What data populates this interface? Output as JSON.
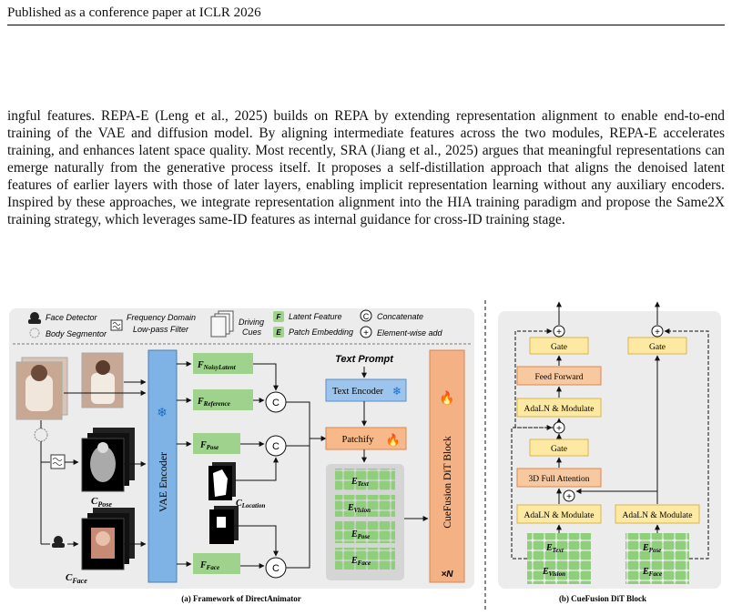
{
  "header": {
    "text": "Published as a conference paper at ICLR 2026"
  },
  "paragraph": {
    "text": "ingful features. REPA-E (Leng et al., 2025) builds on REPA by extending representation alignment to enable end-to-end training of the VAE and diffusion model. By aligning intermediate features across the two modules, REPA-E accelerates training, and enhances latent space quality. Most recently, SRA (Jiang et al., 2025) argues that meaningful representations can emerge naturally from the generative process itself. It proposes a self-distillation approach that aligns the denoised latent features of earlier layers with those of later layers, enabling implicit representation learning without any auxiliary encoders. Inspired by these approaches, we integrate representation alignment into the HIA training paradigm and propose the Same2X training strategy, which leverages same-ID features as internal guidance for cross-ID training stage."
  },
  "figure": {
    "legend": {
      "face_detector": "Face Detector",
      "body_segmentor": "Body Segmentor",
      "freq_line1": "Frequency Domain",
      "freq_line2": "Low-pass Filter",
      "driving_line1": "Driving",
      "driving_line2": "Cues",
      "latent_key": "F",
      "latent_feature": "Latent Feature",
      "patch_key": "E",
      "patch_embedding": "Patch Embedding",
      "concat_symbol": "C",
      "concatenate": "Concatenate",
      "add_symbol": "+",
      "elementwise_add": "Element-wise add"
    },
    "left": {
      "vae_encoder": "VAE Encoder",
      "f_noisy": {
        "base": "F",
        "sub": "NoisyLatent"
      },
      "f_reference": {
        "base": "F",
        "sub": "Reference"
      },
      "f_pose": {
        "base": "F",
        "sub": "Pose"
      },
      "f_face": {
        "base": "F",
        "sub": "Face"
      },
      "c_pose": {
        "base": "C",
        "sub": "Pose"
      },
      "c_face": {
        "base": "C",
        "sub": "Face"
      },
      "c_location": {
        "base": "C",
        "sub": "Location"
      },
      "concat_symbol": "C",
      "text_prompt": "Text Prompt",
      "text_encoder": "Text Encoder",
      "patchify": "Patchify",
      "e_text": {
        "base": "E",
        "sub": "Text"
      },
      "e_vision": {
        "base": "E",
        "sub": "Vision"
      },
      "e_pose": {
        "base": "E",
        "sub": "Pose"
      },
      "e_face": {
        "base": "E",
        "sub": "Face"
      },
      "cuefusion_block": "CueFusion DiT Block",
      "repeat": "×N",
      "caption": "(a) Framework of DirectAnimator"
    },
    "right": {
      "gate": "Gate",
      "feed_forward": "Feed Forward",
      "adaln": "AdaLN & Modulate",
      "full_attention": "3D Full Attention",
      "add_symbol": "+",
      "e_text": {
        "base": "E",
        "sub": "Text"
      },
      "e_vision": {
        "base": "E",
        "sub": "Vision"
      },
      "e_pose": {
        "base": "E",
        "sub": "Pose"
      },
      "e_face": {
        "base": "E",
        "sub": "Face"
      },
      "caption": "(b) CueFusion DiT Block"
    },
    "colors": {
      "panel": "#ececec",
      "latent_green": "#9fd38d",
      "vae_blue": "#7fb2e5",
      "text_encoder_blue": "#9cc4ec",
      "patchify_orange": "#f7b98a",
      "dit_orange": "#f4b183",
      "gate_yellow": "#fde9a2",
      "attn_orange": "#f8c8a0"
    }
  }
}
